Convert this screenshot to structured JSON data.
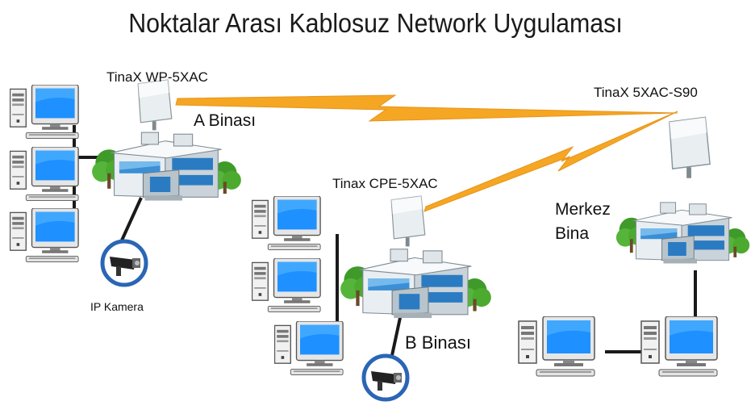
{
  "title": "Noktalar Arası Kablosuz Network Uygulaması",
  "labels": {
    "device_a": "TinaX WP-5XAC",
    "building_a": "A Binası",
    "device_center": "TinaX 5XAC-S90",
    "device_b": "Tinax CPE-5XAC",
    "center_line1": "Merkez",
    "center_line2": "Bina",
    "building_b": "B Binası",
    "camera_a": "IP Kamera"
  },
  "colors": {
    "link": "#f5a623",
    "screen": "#1e90ff",
    "wire": "#1a1a1a",
    "camera_ring": "#2a66b5",
    "tree": "#4caa2f"
  },
  "icons": [
    "computer-icon",
    "building-icon",
    "antenna-icon",
    "ip-camera-icon",
    "tree-icon",
    "wireless-link-icon"
  ]
}
